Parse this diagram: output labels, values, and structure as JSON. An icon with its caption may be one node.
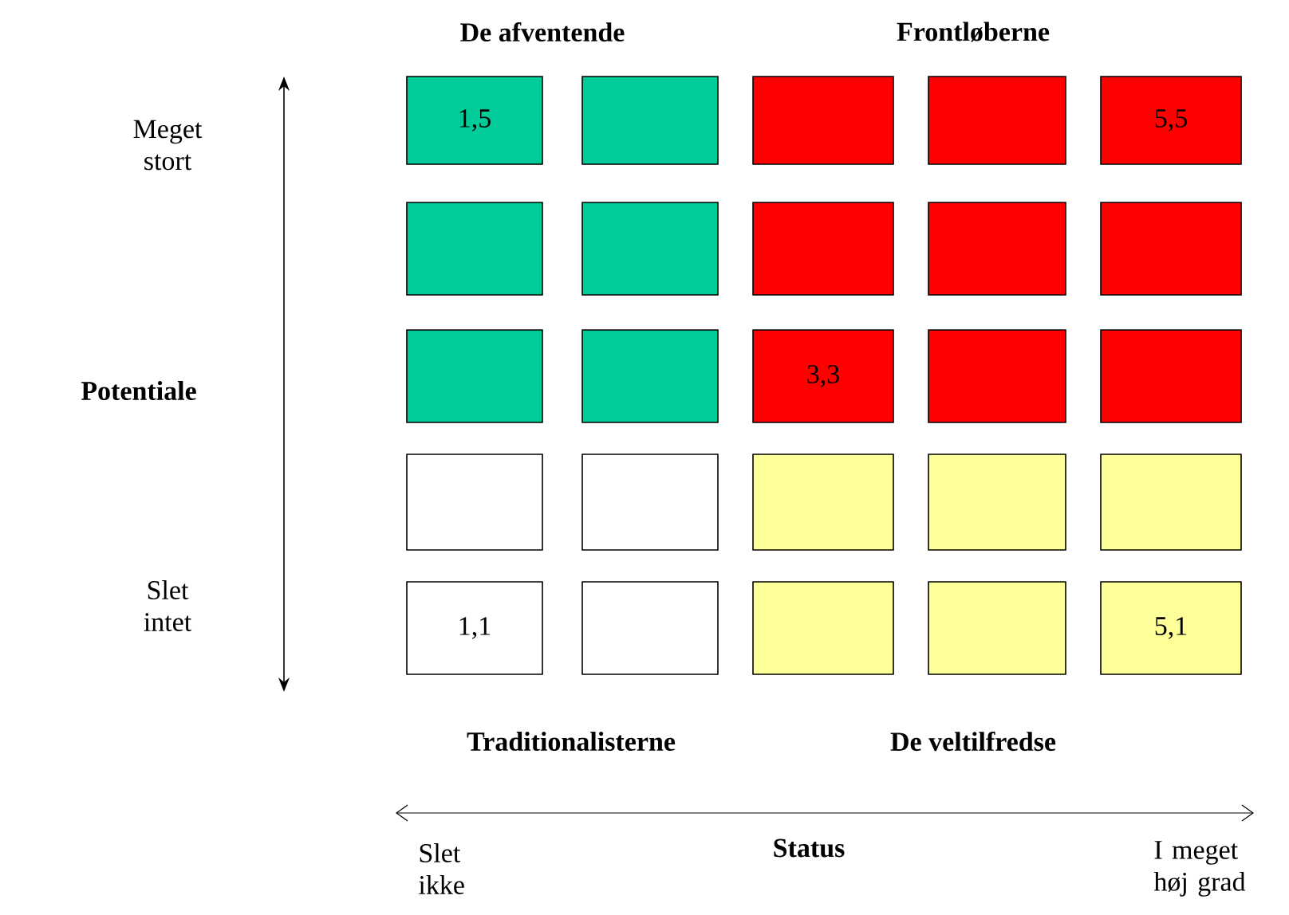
{
  "diagram": {
    "nodes": [
      {
        "text": [
          "1,5"
        ]
      },
      {
        "text": [],
        "shape": "box"
      },
      {
        "text": [],
        "shape": "box"
      },
      {
        "text": [],
        "shape": "box"
      },
      {
        "text": [
          "5,5"
        ]
      },
      {
        "text": [],
        "shape": "box"
      },
      {
        "text": [],
        "shape": "box"
      },
      {
        "text": [],
        "shape": "box"
      },
      {
        "text": [],
        "shape": "box"
      },
      {
        "text": [],
        "shape": "box"
      },
      {
        "text": [],
        "shape": "box"
      },
      {
        "text": [],
        "shape": "box"
      },
      {
        "text": [
          "3,3"
        ]
      },
      {
        "text": [],
        "shape": "box"
      },
      {
        "text": [],
        "shape": "box"
      },
      {
        "text": [],
        "shape": "box"
      },
      {
        "text": [],
        "shape": "box"
      },
      {
        "text": [],
        "shape": "box"
      },
      {
        "text": [],
        "shape": "box"
      },
      {
        "text": [],
        "shape": "box"
      },
      {
        "text": [
          "1,1"
        ]
      },
      {
        "text": [],
        "shape": "box"
      },
      {
        "text": [],
        "shape": "box"
      },
      {
        "text": [],
        "shape": "box"
      },
      {
        "text": [
          "5,1"
        ]
      }
    ],
    "labels": [
      "De afventende",
      "Frontløberne",
      "Meget stort",
      "Potentiale",
      "Slet intet",
      "Traditionalisterne",
      "De veltilfredse",
      "Slet ikke",
      "Status",
      "I meget høj grad"
    ]
  }
}
